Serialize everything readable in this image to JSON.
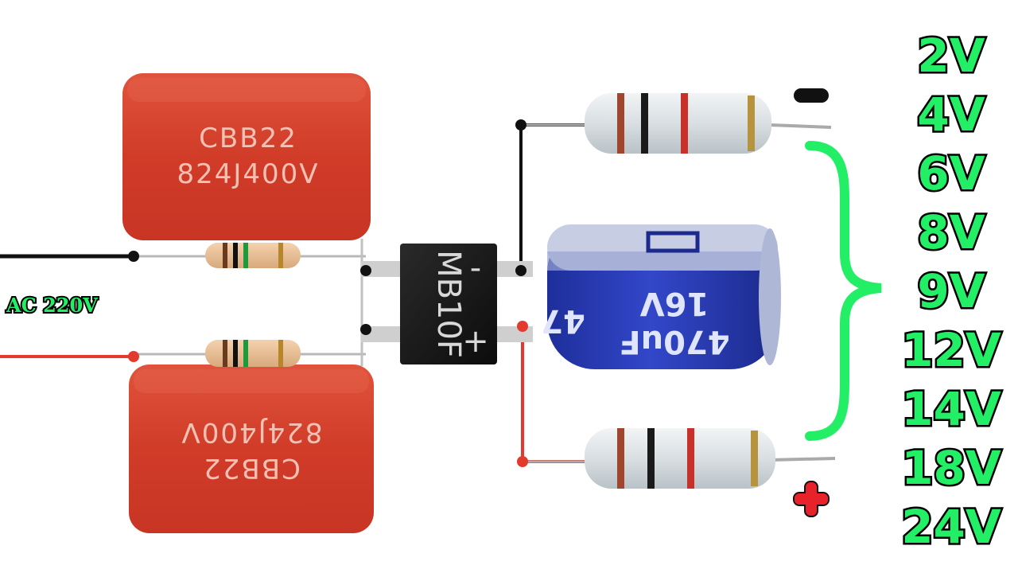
{
  "input": {
    "label": "AC 220V"
  },
  "capacitor_top": {
    "line1": "CBB22",
    "line2": "824J400V"
  },
  "capacitor_bottom": {
    "line1": "CBB22",
    "line2": "824J400V"
  },
  "bridge_rectifier": {
    "model": "MB10F",
    "minus_mark": "-",
    "plus_mark": "+"
  },
  "electrolytic_capacitor": {
    "capacitance": "470uF",
    "voltage": "16V",
    "partial_mark": "47"
  },
  "output": {
    "negative_symbol": "−",
    "positive_symbol": "+",
    "voltages": [
      "2V",
      "4V",
      "6V",
      "8V",
      "9V",
      "12V",
      "14V",
      "18V",
      "24V"
    ]
  },
  "colors": {
    "label_green": "#22ee66",
    "capacitor_red": "#d7412c",
    "electrolytic_blue": "#2338b8",
    "wire_red": "#e23a2c",
    "wire_black": "#111111"
  }
}
